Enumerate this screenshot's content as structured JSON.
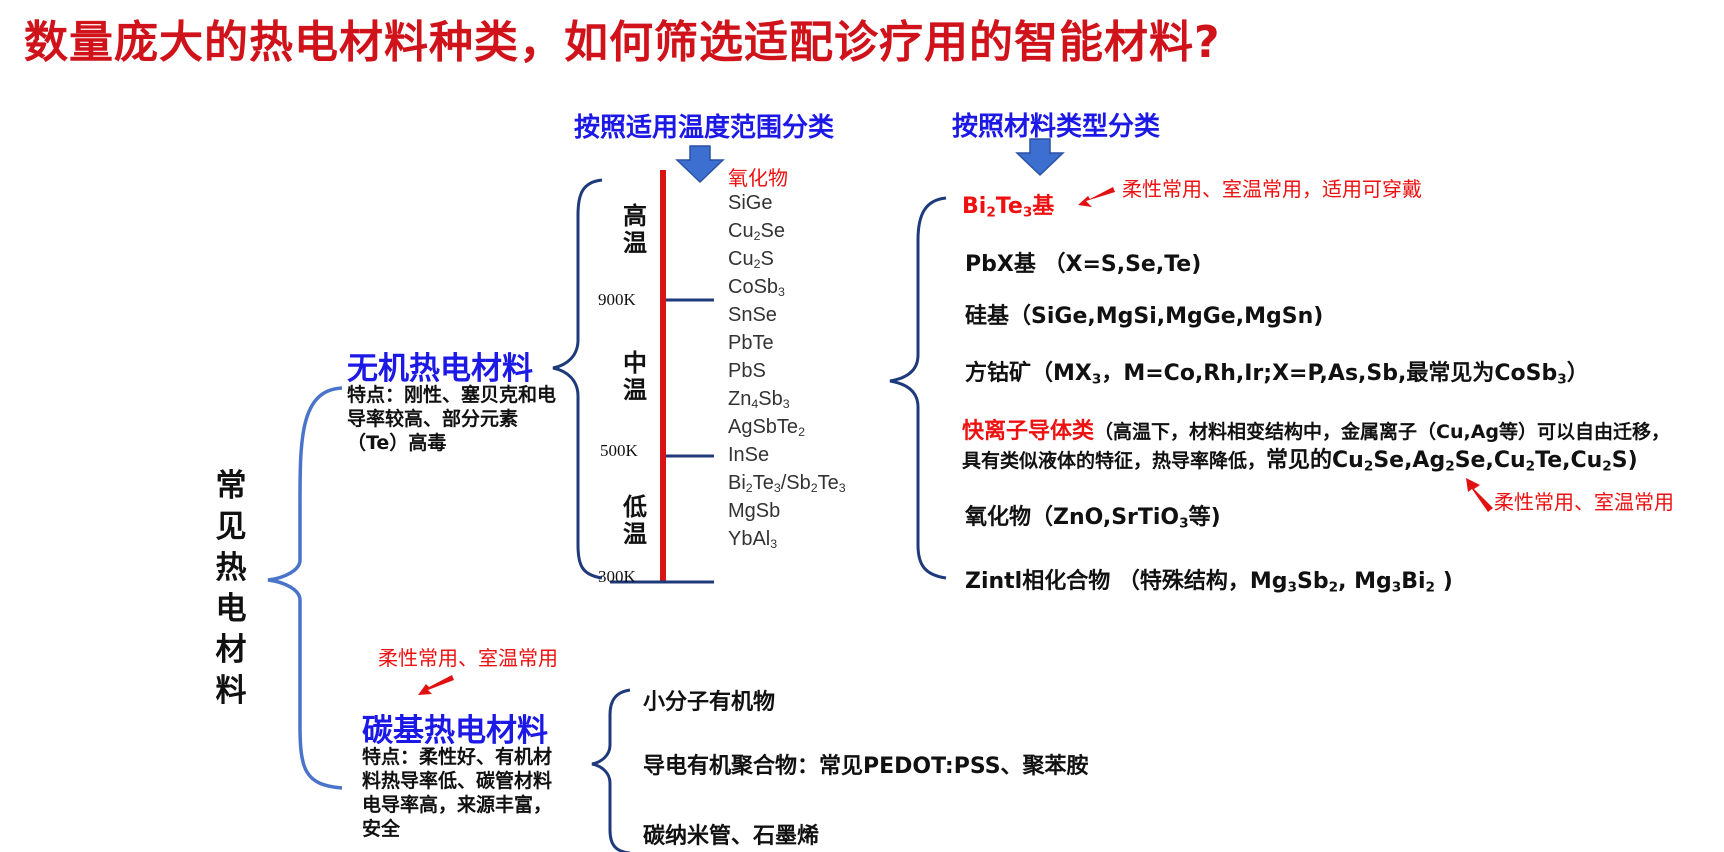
{
  "title": "数量庞大的热电材料种类，如何筛选适配诊疗用的智能材料?",
  "root_label": "常见热电材料",
  "inorganic": {
    "title": "无机热电材料",
    "desc": "特点：刚性、塞贝克和电导率较高、部分元素（Te）高毒"
  },
  "carbon": {
    "title": "碳基热电材料",
    "desc": "特点：柔性好、有机材料热导率低、碳管材料电导率高，来源丰富，安全",
    "note": "柔性常用、室温常用",
    "items": [
      "小分子有机物",
      "导电有机聚合物：常见PEDOT:PSS、聚苯胺",
      "碳纳米管、石墨烯"
    ]
  },
  "temp_section": {
    "title": "按照适用温度范围分类",
    "zones": [
      "高温",
      "中温",
      "低温"
    ],
    "ticks": [
      "900K",
      "500K",
      "300K"
    ],
    "materials": [
      "氧化物",
      "SiGe",
      "Cu2Se",
      "Cu2S",
      "CoSb3",
      "SnSe",
      "PbTe",
      "PbS",
      "Zn4Sb3",
      "AgSbTe2",
      "InSe",
      "Bi2Te3/Sb2Te3",
      "MgSb",
      "YbAl3"
    ]
  },
  "type_section": {
    "title": "按照材料类型分类",
    "items": {
      "bite": "Bi2Te3基",
      "pbx": "PbX基 （X=S,Se,Te)",
      "si": "硅基（SiGe,MgSi,MgGe,MgSn)",
      "skutt": "方钴矿（MX3，M=Co,Rh,Ir;X=P,As,Sb,最常见为CoSb3）",
      "fast_ion_title": "快离子导体类",
      "fast_ion_desc1": "（高温下，材料相变结构中，金属离子（Cu,Ag等）可以自由迁移，",
      "fast_ion_desc2": "具有类似液体的特征，热导率降低，",
      "fast_ion_common": "常见的Cu2Se,Ag2Se,Cu2Te,Cu2S)",
      "oxide": "氧化物（ZnO,SrTiO3等)",
      "zintl": "Zintl相化合物 （特殊结构，Mg3Sb2, Mg3Bi2 )"
    },
    "note_bite": "柔性常用、室温常用，适用可穿戴",
    "note_fast_ion": "柔性常用、室温常用"
  },
  "colors": {
    "title_red": "#d0121b",
    "blue_heading": "#1c19e6",
    "bracket_blue": "#4a74c9",
    "bracket_navy": "#1f3a7a",
    "arrow_blue": "#3d6fd1",
    "temp_bar_red": "#d81414",
    "note_red": "#e11111"
  },
  "icons": [
    "down-arrow-icon",
    "red-arrow-icon"
  ]
}
